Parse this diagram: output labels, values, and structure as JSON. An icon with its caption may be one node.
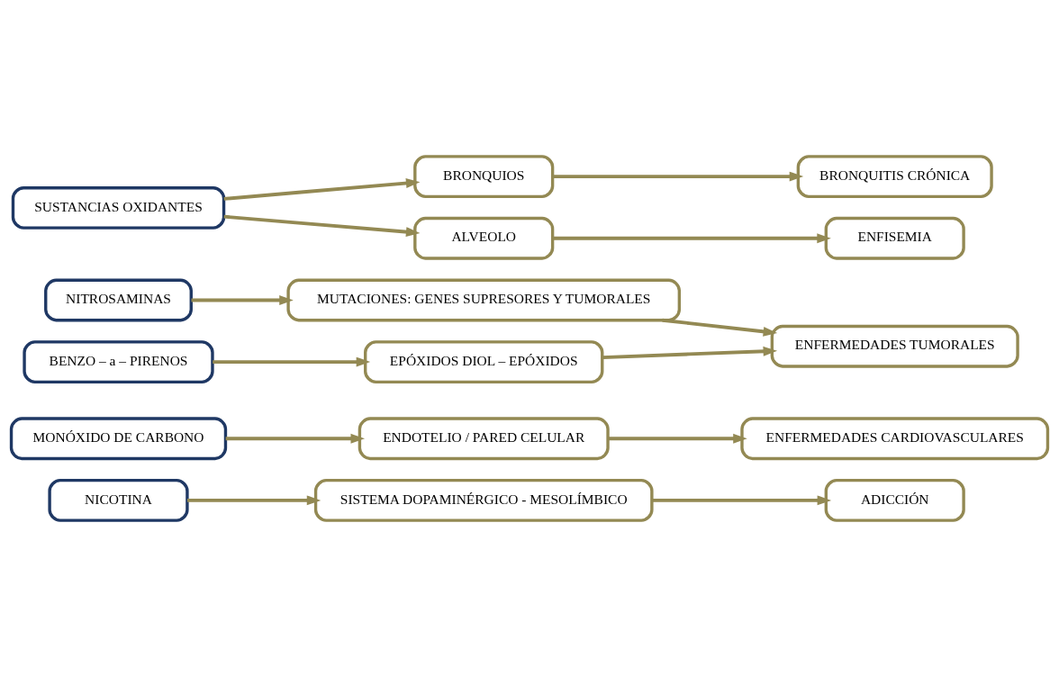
{
  "diagram": {
    "nodes": [
      {
        "text": [
          "NICOTINA"
        ]
      },
      {
        "text": [
          "SISTEMA DOPAMINÉRGICO - MESOLÍMBICO"
        ]
      },
      {
        "text": [
          "ADICCIÓN"
        ]
      },
      {
        "text": [
          "MONÓXIDO DE CARBONO"
        ]
      },
      {
        "text": [
          "ENDOTELIO / PARED CELULAR"
        ]
      },
      {
        "text": [
          "ENFERMEDADES CARDIOVASCULARES"
        ]
      },
      {
        "text": [
          "NITROSAMINAS"
        ]
      },
      {
        "text": [
          "MUTACIONES: GENES SUPRESORES Y TUMORALES"
        ]
      },
      {
        "text": [
          "ENFERMEDADES TUMORALES"
        ]
      },
      {
        "text": [
          "BENZO – a – PIRENOS"
        ]
      },
      {
        "text": [
          "EPÓXIDOS DIOL – EPÓXIDOS"
        ]
      },
      {
        "text": [
          "BRONQUIOS"
        ]
      },
      {
        "text": [
          "BRONQUITIS CRÓNICA"
        ]
      },
      {
        "text": [
          "SUSTANCIAS OXIDANTES"
        ]
      },
      {
        "text": [
          "ALVEOLO"
        ]
      },
      {
        "text": [
          "ENFISEMIA"
        ]
      }
    ],
    "edges": [
      {
        "from": 0,
        "to": 1,
        "arrow": "to"
      },
      {
        "from": 1,
        "to": 2,
        "arrow": "to"
      },
      {
        "from": 3,
        "to": 4,
        "arrow": "to"
      },
      {
        "from": 4,
        "to": 5,
        "arrow": "to"
      },
      {
        "from": 6,
        "to": 7,
        "arrow": "to"
      },
      {
        "from": 7,
        "to": 8,
        "arrow": "to"
      },
      {
        "from": 9,
        "to": 10,
        "arrow": "to"
      },
      {
        "from": 10,
        "to": 8,
        "arrow": "to"
      },
      {
        "from": 13,
        "to": 11,
        "arrow": "to"
      },
      {
        "from": 11,
        "to": 12,
        "arrow": "to"
      },
      {
        "from": 13,
        "to": 14,
        "arrow": "to"
      },
      {
        "from": 14,
        "to": 15,
        "arrow": "to"
      }
    ]
  }
}
